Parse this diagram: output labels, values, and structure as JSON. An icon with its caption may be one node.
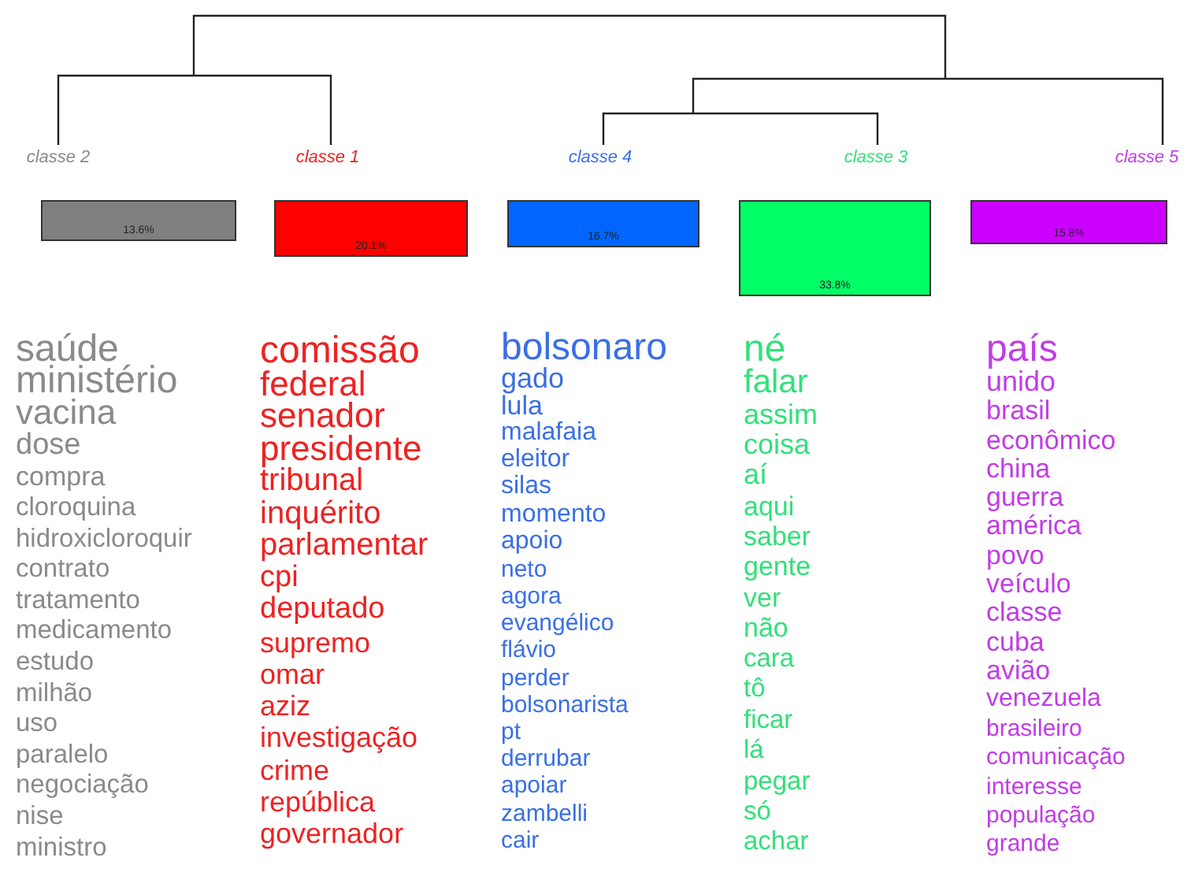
{
  "diagram": {
    "nodes": [
      {
        "text": [
          "classe 2"
        ]
      },
      {
        "text": [
          "classe 1"
        ]
      },
      {
        "text": [
          "classe 4"
        ]
      },
      {
        "text": [
          "classe 3"
        ]
      },
      {
        "text": [
          "classe 5"
        ]
      },
      {
        "text": [
          "13.6%"
        ]
      },
      {
        "text": [
          "20.1%"
        ]
      },
      {
        "text": [
          "16.7%"
        ]
      },
      {
        "text": [
          "33.8%"
        ]
      },
      {
        "text": [
          "15.8%"
        ]
      },
      {
        "text": [
          "saúde",
          "ministério",
          "vacina",
          "dose",
          "compra",
          "cloroquina",
          "hidroxicloroquir",
          "contrato",
          "tratamento",
          "medicamento",
          "estudo",
          "milhão",
          "uso",
          "paralelo",
          "negociação",
          "nise",
          "ministro"
        ]
      },
      {
        "text": [
          "comissão",
          "federal",
          "senador",
          "presidente",
          "tribunal",
          "inquérito",
          "parlamentar",
          "cpi",
          "deputado",
          "supremo",
          "omar",
          "aziz",
          "investigação",
          "crime",
          "república",
          "governador"
        ]
      },
      {
        "text": [
          "bolsonaro",
          "gado",
          "lula",
          "malafaia",
          "eleitor",
          "silas",
          "momento",
          "apoio",
          "neto",
          "agora",
          "evangélico",
          "flávio",
          "perder",
          "bolsonarista",
          "pt",
          "derrubar",
          "apoiar",
          "zambelli",
          "cair"
        ]
      },
      {
        "text": [
          "né",
          "falar",
          "assim",
          "coisa",
          "aí",
          "aqui",
          "saber",
          "gente",
          "ver",
          "não",
          "cara",
          "tô",
          "ficar",
          "lá",
          "pegar",
          "só",
          "achar"
        ]
      },
      {
        "text": [
          "país",
          "unido",
          "brasil",
          "econômico",
          "china",
          "guerra",
          "américa",
          "povo",
          "veículo",
          "classe",
          "cuba",
          "avião",
          "venezuela",
          "brasileiro",
          "comunicação",
          "interesse",
          "população",
          "grande"
        ]
      }
    ],
    "edges": []
  }
}
